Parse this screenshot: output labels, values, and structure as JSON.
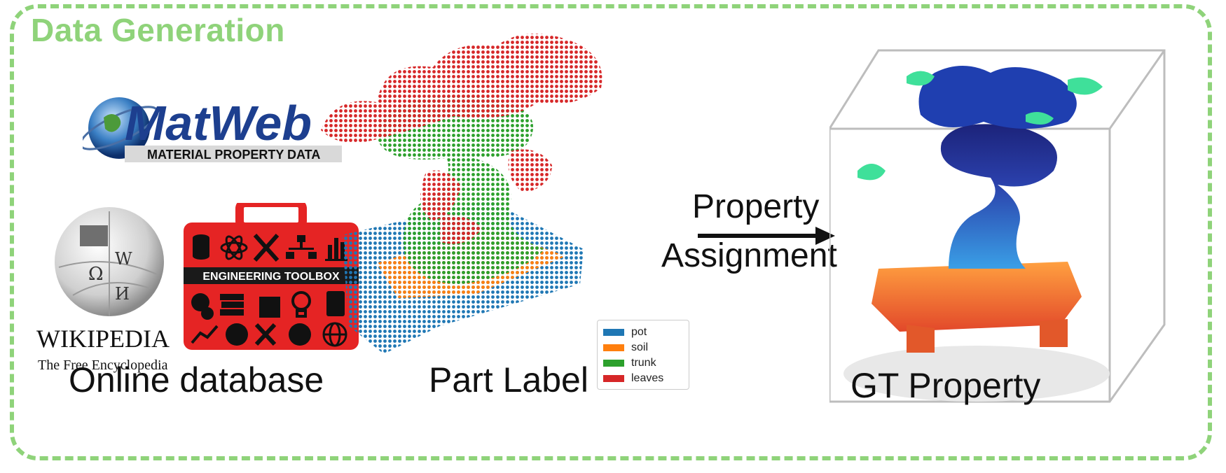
{
  "title": "Data Generation",
  "captions": {
    "online": "Online database",
    "part": "Part Label",
    "gt": "GT Property"
  },
  "logos": {
    "matweb_name": "MatWeb",
    "matweb_sub": "MATERIAL PROPERTY DATA",
    "wiki_name": "WIKIPEDIA",
    "wiki_sub": "The Free Encyclopedia",
    "toolbox_label": "ENGINEERING TOOLBOX"
  },
  "arrow": {
    "line1": "Property",
    "line2": "Assignment"
  },
  "legend": [
    {
      "label": "pot",
      "color": "#1f77b4"
    },
    {
      "label": "soil",
      "color": "#ff7f0e"
    },
    {
      "label": "trunk",
      "color": "#2ca02c"
    },
    {
      "label": "leaves",
      "color": "#d62728"
    }
  ]
}
